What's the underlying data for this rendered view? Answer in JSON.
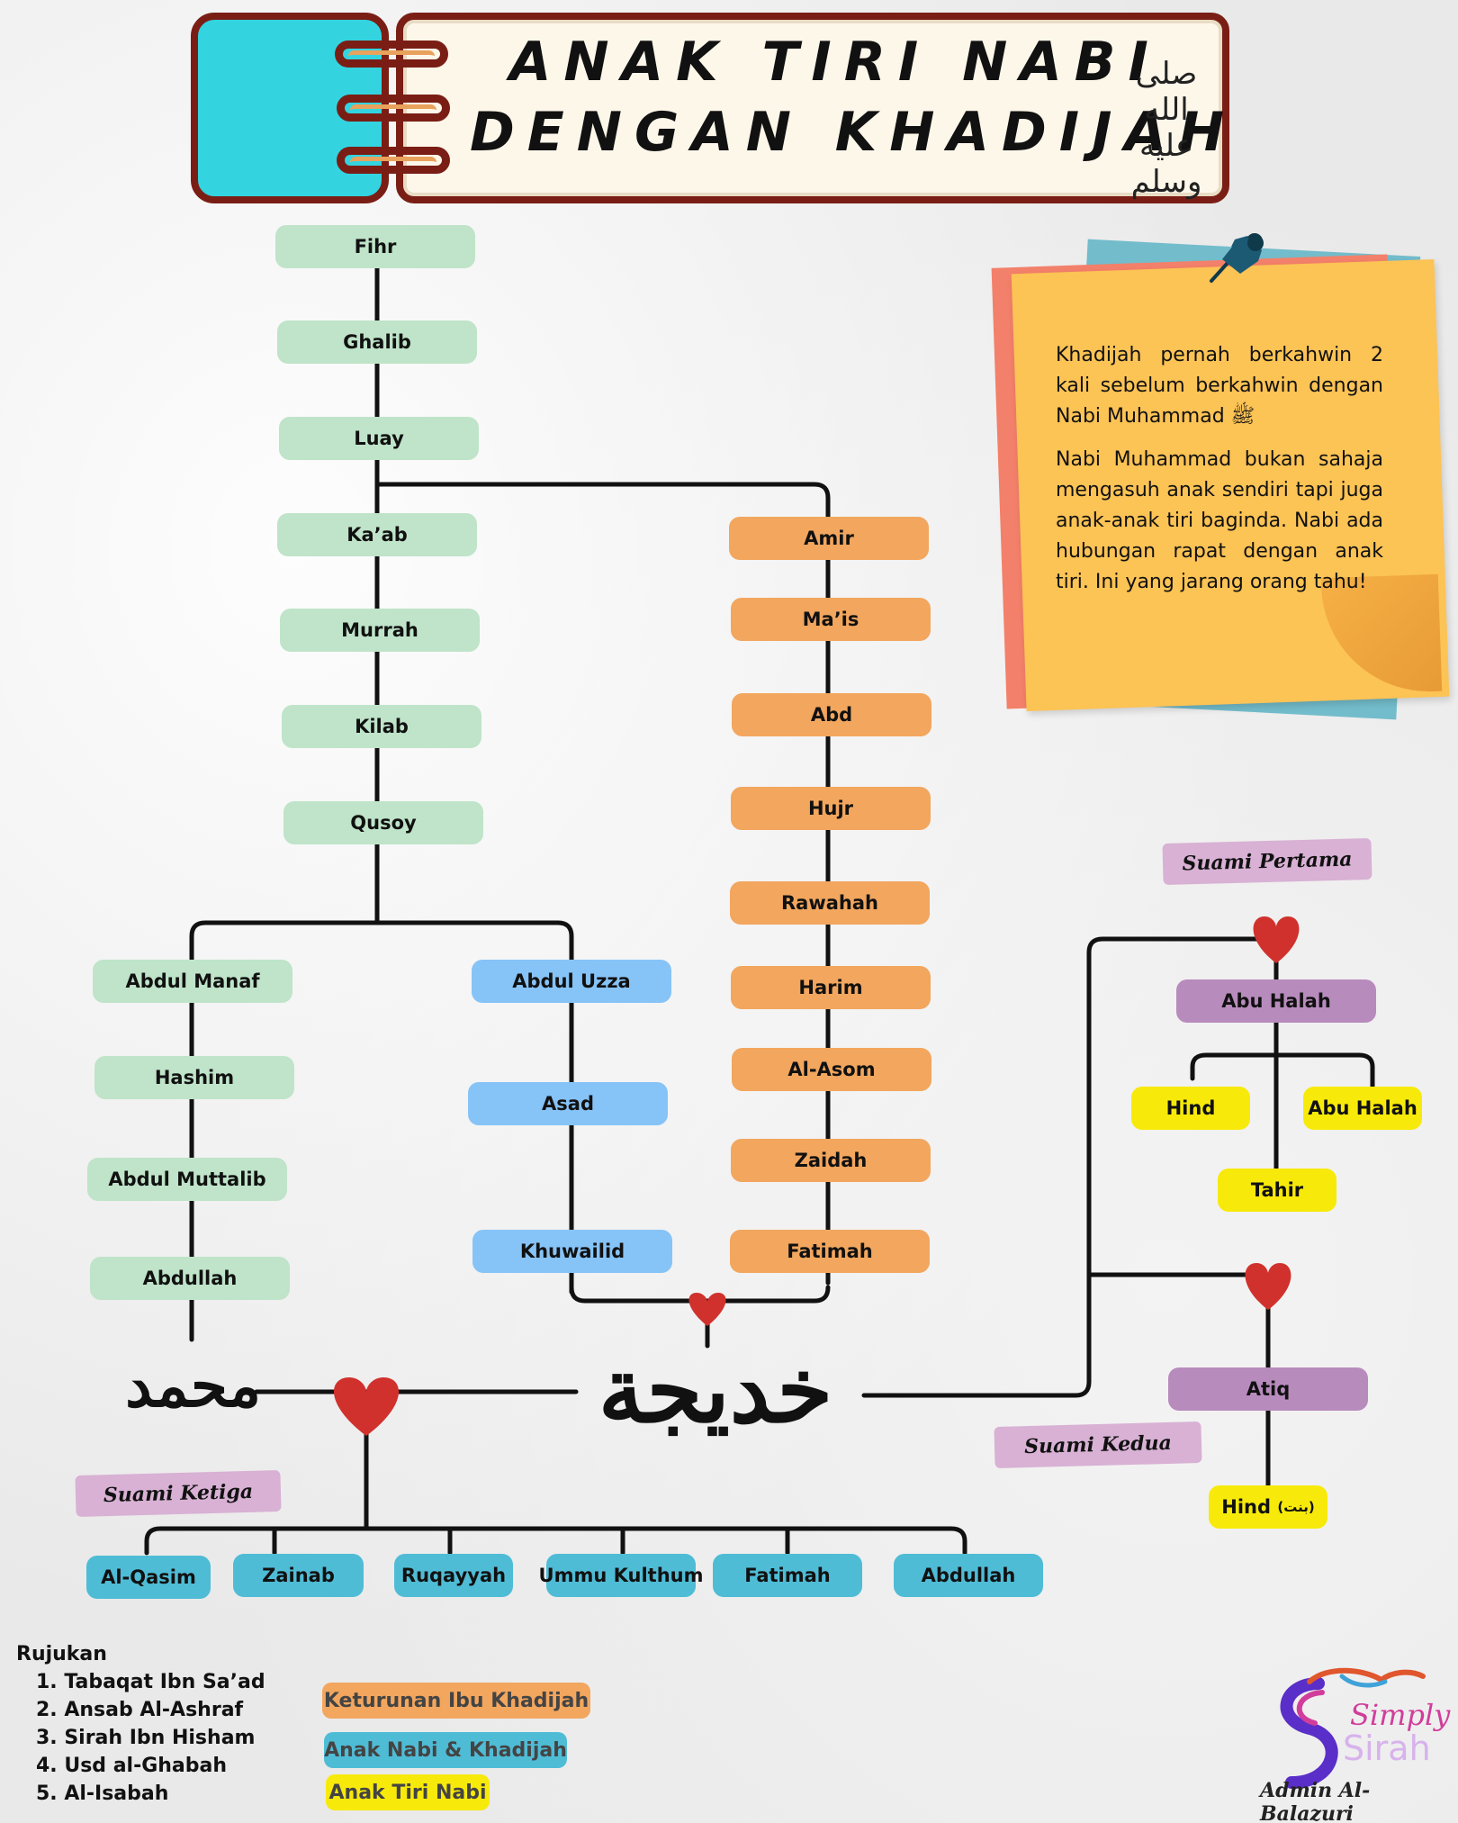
{
  "title": {
    "line1": "ANAK TIRI NABI",
    "line2": "DENGAN KHADIJAH",
    "honorific": "صلى الله عليه وسلم"
  },
  "tree": {
    "ancestors": [
      "Fihr",
      "Ghalib",
      "Luay",
      "Ka’ab",
      "Murrah",
      "Kilab",
      "Qusoy"
    ],
    "abdul_manaf_line": [
      "Abdul Manaf",
      "Hashim",
      "Abdul Muttalib",
      "Abdullah"
    ],
    "abdul_uzza_line": [
      "Abdul Uzza",
      "Asad",
      "Khuwailid"
    ],
    "mother_line": [
      "Amir",
      "Ma’is",
      "Abd",
      "Hujr",
      "Rawahah",
      "Harim",
      "Al-Asom",
      "Zaidah",
      "Fatimah"
    ],
    "muhammad": "محمد",
    "khadijah": "خديجة",
    "children": [
      "Al-Qasim",
      "Zainab",
      "Ruqayyah",
      "Ummu Kulthum",
      "Fatimah",
      "Abdullah"
    ],
    "first_husband": "Abu Halah",
    "first_husband_children": [
      "Hind",
      "Abu Halah",
      "Tahir"
    ],
    "second_husband": "Atiq",
    "second_husband_child": "Hind",
    "second_husband_child_suffix": "(بنت)"
  },
  "tags": {
    "suami_pertama": "Suami Pertama",
    "suami_kedua": "Suami Kedua",
    "suami_ketiga": "Suami Ketiga"
  },
  "note": {
    "paragraph1": "Khadijah pernah berkahwin 2 kali sebelum berkahwin dengan Nabi Muhammad ﷺ",
    "paragraph2": "Nabi Muhammad bukan sahaja mengasuh anak sendiri tapi juga anak-anak tiri baginda. Nabi ada hubungan rapat dengan anak tiri. Ini yang jarang orang tahu!"
  },
  "references": {
    "heading": "Rujukan",
    "items": [
      "1. Tabaqat Ibn Sa’ad",
      "2. Ansab Al-Ashraf",
      "3. Sirah Ibn Hisham",
      "4. Usd al-Ghabah",
      "5. Al-Isabah"
    ]
  },
  "legend": [
    "Keturunan Ibu Khadijah",
    "Anak Nabi & Khadijah",
    "Anak Tiri Nabi"
  ],
  "branding": {
    "logo_line1": "Simply",
    "logo_line2": "Sirah",
    "admin": "Admin Al-Balazuri"
  },
  "colors": {
    "ancestor_green": "#bfe4c9",
    "mother_orange": "#f2a65e",
    "uzza_blue": "#86c3f7",
    "husband_purple": "#b88bbd",
    "stepchild_yellow": "#f7ea0a",
    "child_teal": "#4fbcd6",
    "heart_red": "#d0312d",
    "line": "#111111"
  }
}
